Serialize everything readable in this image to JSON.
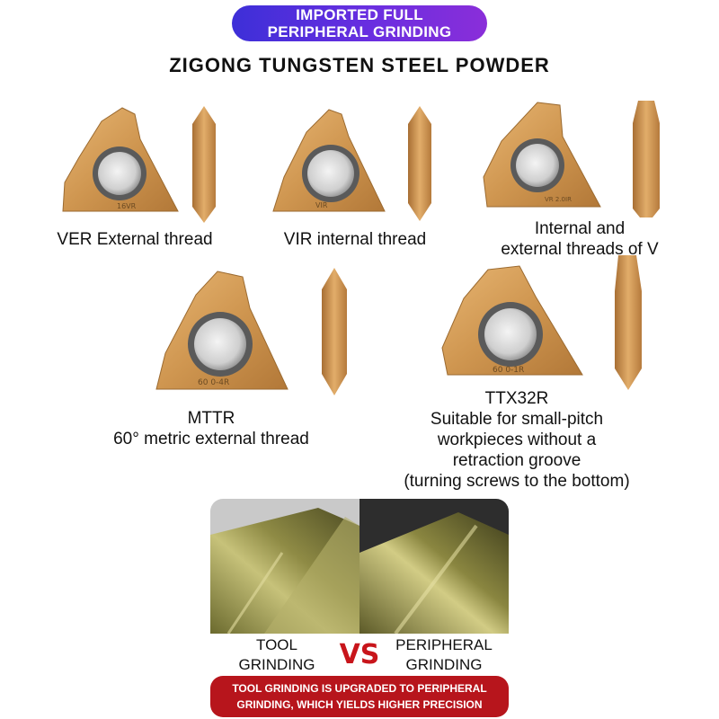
{
  "badge": {
    "line1": "IMPORTED FULL",
    "line2": "PERIPHERAL GRINDING"
  },
  "subtitle": "ZIGONG TUNGSTEN STEEL POWDER",
  "products": [
    {
      "label": "VER External thread",
      "marking": "16VR"
    },
    {
      "label": "VIR internal thread",
      "marking": "VIR"
    },
    {
      "label_line1": "Internal and",
      "label_line2": "external threads of V",
      "marking": "VR 2.0IR"
    },
    {
      "label_line1": "MTTR",
      "label_line2": "60° metric external thread",
      "marking": "60 0-4R"
    },
    {
      "title": "TTX32R",
      "desc_line1": "Suitable for small-pitch",
      "desc_line2": "workpieces without a",
      "desc_line3": "retraction groove",
      "desc_line4": "(turning screws to the bottom)",
      "marking": "60 0-1R"
    }
  ],
  "comparison": {
    "left_line1": "TOOL",
    "left_line2": "GRINDING",
    "vs": "VS",
    "right_line1": "PERIPHERAL",
    "right_line2": "GRINDING"
  },
  "banner": {
    "line1": "TOOL GRINDING IS UPGRADED TO PERIPHERAL",
    "line2": "GRINDING, WHICH YIELDS HIGHER PRECISION"
  },
  "colors": {
    "badge": "#5a2ee0",
    "insert": "#d29a55",
    "accent": "#b7151c"
  }
}
